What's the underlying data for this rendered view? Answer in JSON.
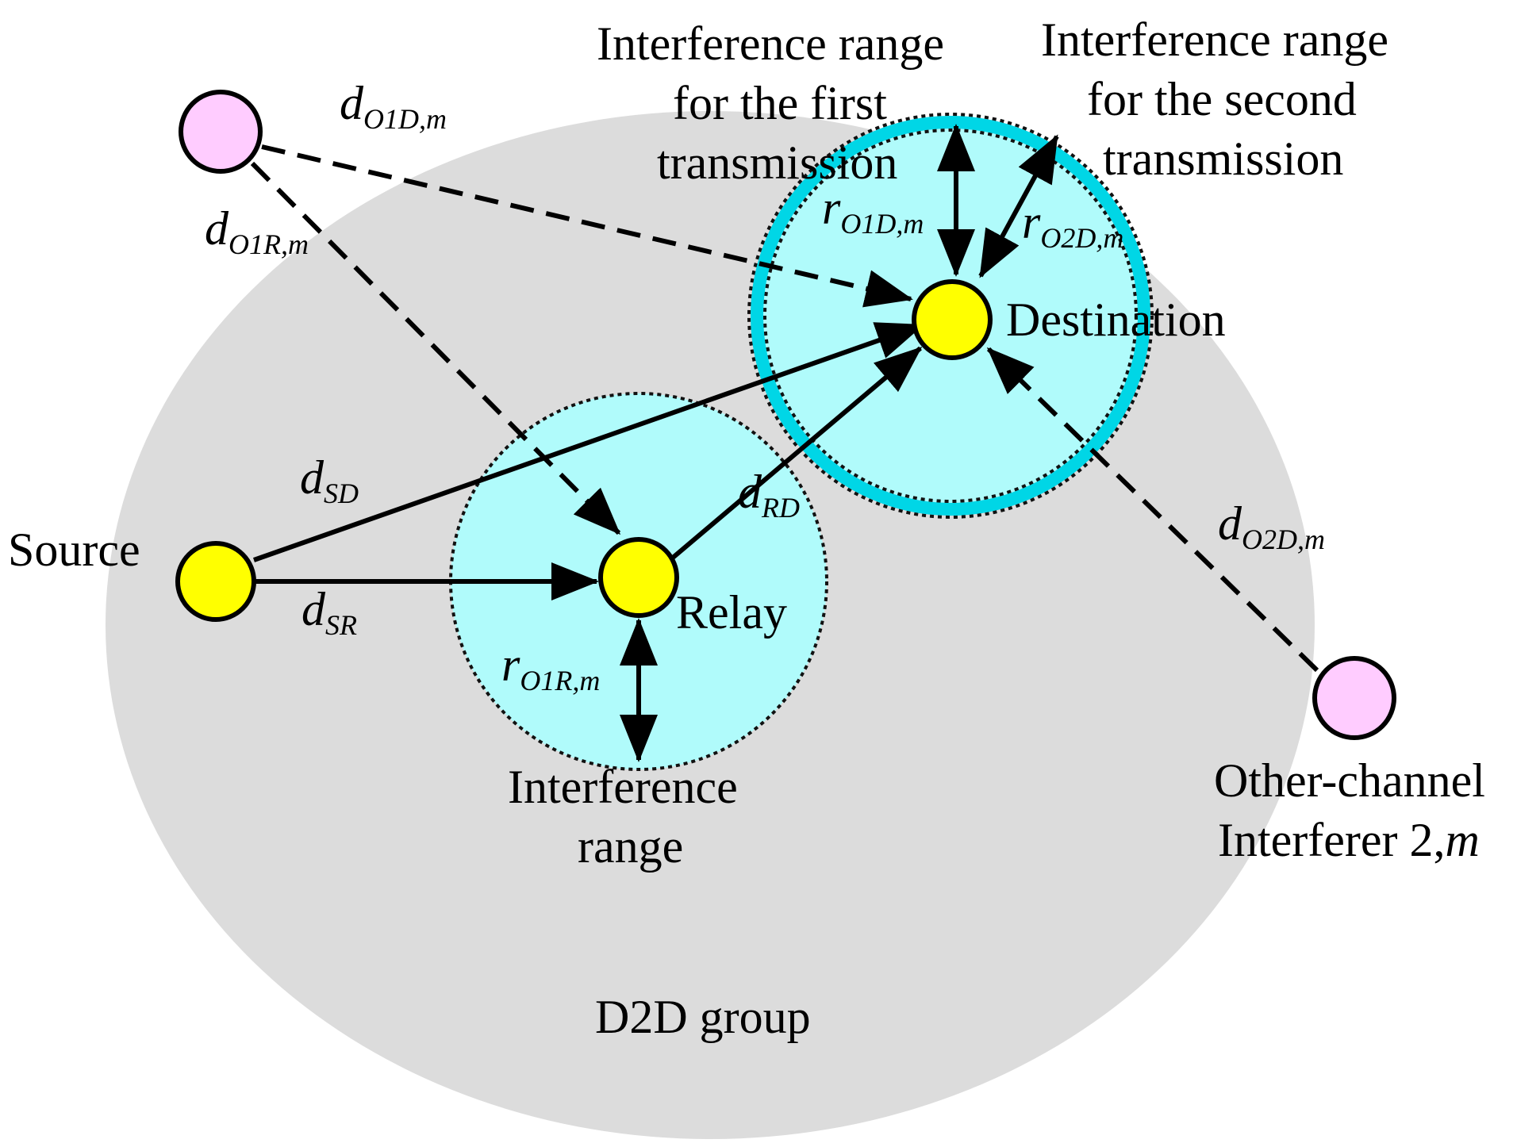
{
  "nodes": {
    "source": "Source",
    "relay": "Relay",
    "destination": "Destination",
    "interferer2_line1": "Other-channel",
    "interferer2_line2_prefix": "Interferer 2,",
    "interferer2_line2_m": "m"
  },
  "regions": {
    "group": "D2D group",
    "relay_range_line1": "Interference",
    "relay_range_line2": "range",
    "first_range_line1": "Interference range",
    "first_range_line2": "for the first",
    "first_range_line3": "transmission",
    "second_range_line1": "Interference range",
    "second_range_line2": "for the second",
    "second_range_line3": "transmission"
  },
  "distances": {
    "d_SD": {
      "main": "d",
      "sub": "SD"
    },
    "d_SR": {
      "main": "d",
      "sub": "SR"
    },
    "d_RD": {
      "main": "d",
      "sub": "RD"
    },
    "d_O1D": {
      "main": "d",
      "sub": "O1D,m"
    },
    "d_O1R": {
      "main": "d",
      "sub": "O1R,m"
    },
    "d_O2D": {
      "main": "d",
      "sub": "O2D,m"
    },
    "r_O1R": {
      "main": "r",
      "sub": "O1R,m"
    },
    "r_O1D": {
      "main": "r",
      "sub": "O1D,m"
    },
    "r_O2D": {
      "main": "r",
      "sub": "O2D,m"
    }
  },
  "colors": {
    "group_fill": "#dcdcdc",
    "range_fill": "#b0fbfb",
    "second_range_ring": "#00d6e6",
    "node_fill": "#ffff00",
    "interferer_fill": "#ffccff",
    "stroke": "#000000"
  },
  "icons": {
    "node": "circle-node-icon",
    "interferer": "circle-interferer-icon"
  }
}
